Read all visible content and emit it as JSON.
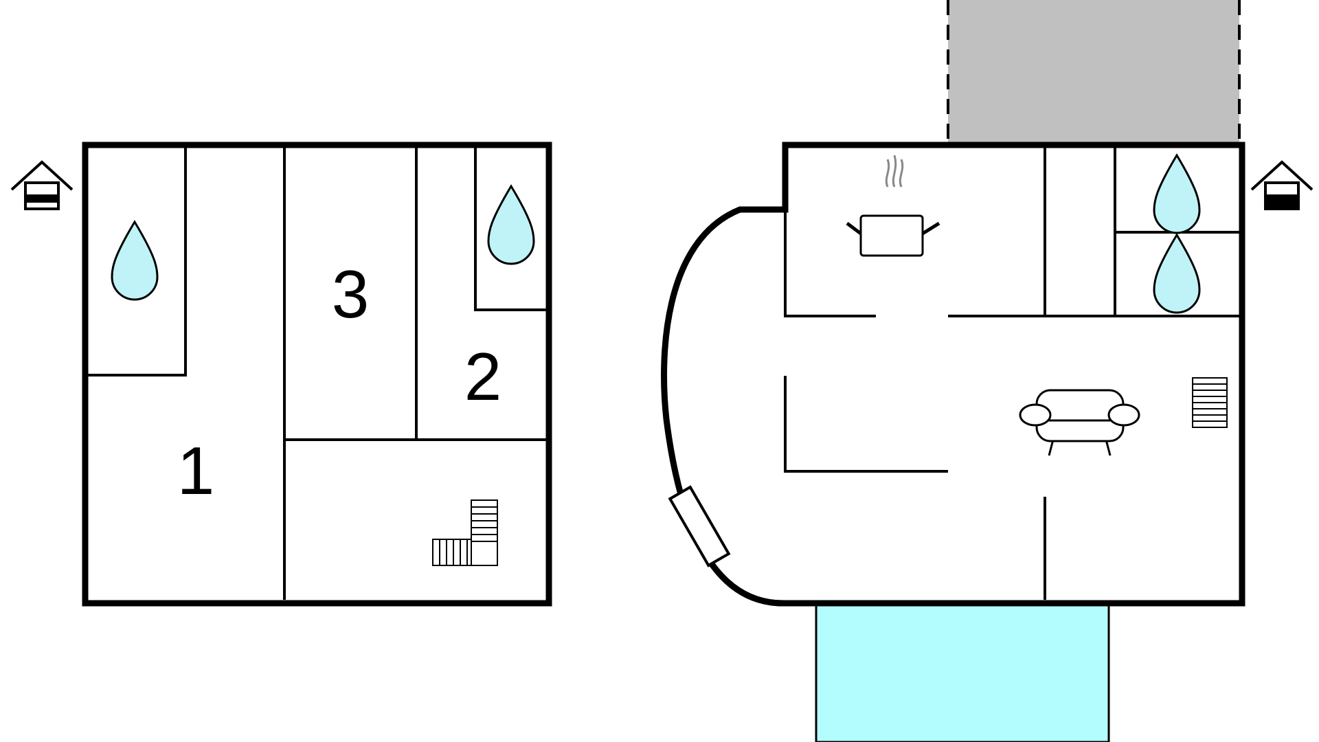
{
  "plans": [
    {
      "id": "upper-floor",
      "rooms": [
        {
          "label": "1"
        },
        {
          "label": "3"
        },
        {
          "label": "2"
        }
      ]
    },
    {
      "id": "ground-floor"
    }
  ],
  "icons": [
    "house-entrance-icon",
    "water-drop-icon",
    "stairs-icon",
    "cooking-pot-icon",
    "sofa-icon",
    "door-icon"
  ],
  "colors": {
    "water": "#bff3f7",
    "pool": "#b3fdfe",
    "terrace": "#c0c0c0",
    "wall": "#000000"
  }
}
